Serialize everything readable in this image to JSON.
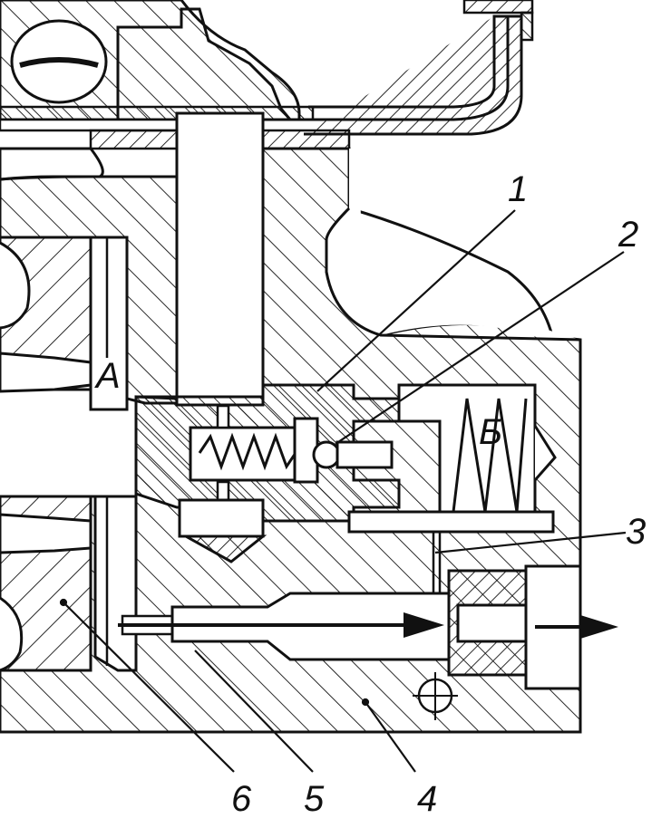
{
  "callouts": {
    "c1": "1",
    "c2": "2",
    "c3": "3",
    "c4": "4",
    "c5": "5",
    "c6": "6"
  },
  "zones": {
    "a": "A",
    "b": "Б"
  }
}
